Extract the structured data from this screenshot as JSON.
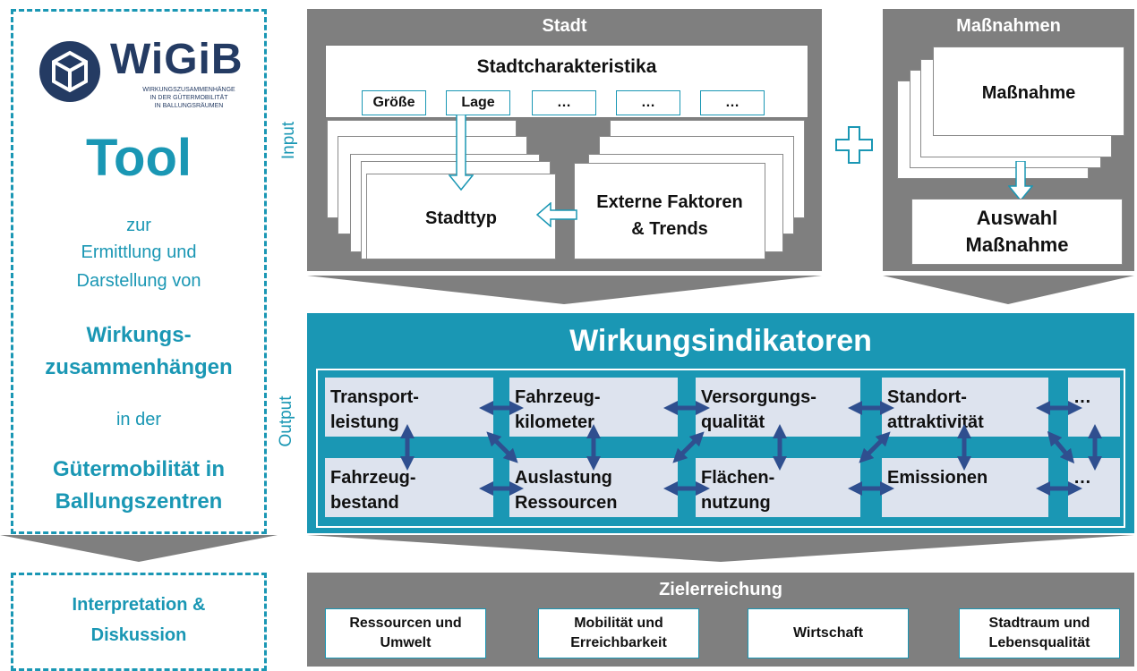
{
  "tool_panel": {
    "logo_name": "WiGiB",
    "logo_sub": [
      "WIRKUNGSZUSAMMENHÄNGE",
      "IN DER GÜTERMOBILITÄT",
      "IN BALLUNGSRÄUMEN"
    ],
    "title": "Tool",
    "line1": "zur",
    "line2": "Ermittlung und",
    "line3": "Darstellung von",
    "bold1": "Wirkungs-",
    "bold2": "zusammenhängen",
    "line4": "in der",
    "bold3": "Gütermobilität in",
    "bold4": "Ballungszentren"
  },
  "interp_panel": {
    "line1": "Interpretation &",
    "line2": "Diskussion"
  },
  "side_labels": {
    "input": "Input",
    "output": "Output"
  },
  "stadt": {
    "title": "Stadt",
    "charakteristika": "Stadtcharakteristika",
    "tags": [
      "Größe",
      "Lage",
      "…",
      "…",
      "…"
    ],
    "stadttyp": "Stadttyp",
    "extern1": "Externe Faktoren",
    "extern2": "& Trends"
  },
  "massnahmen": {
    "title": "Maßnahmen",
    "card": "Maßnahme",
    "auswahl1": "Auswahl",
    "auswahl2": "Maßnahme"
  },
  "wirkung": {
    "title": "Wirkungsindikatoren",
    "row1": [
      {
        "l1": "Transport-",
        "l2": "leistung"
      },
      {
        "l1": "Fahrzeug-",
        "l2": "kilometer"
      },
      {
        "l1": "Versorgungs-",
        "l2": "qualität"
      },
      {
        "l1": "Standort-",
        "l2": "attraktivität"
      },
      {
        "l1": "…",
        "l2": ""
      }
    ],
    "row2": [
      {
        "l1": "Fahrzeug-",
        "l2": "bestand"
      },
      {
        "l1": "Auslastung",
        "l2": "Ressourcen"
      },
      {
        "l1": "Flächen-",
        "l2": "nutzung"
      },
      {
        "l1": "Emissionen",
        "l2": ""
      },
      {
        "l1": "…",
        "l2": ""
      }
    ]
  },
  "ziel": {
    "title": "Zielerreichung",
    "items": [
      {
        "l1": "Ressourcen und",
        "l2": "Umwelt"
      },
      {
        "l1": "Mobilität und",
        "l2": "Erreichbarkeit"
      },
      {
        "l1": "Wirtschaft",
        "l2": ""
      },
      {
        "l1": "Stadtraum und",
        "l2": "Lebensqualität"
      }
    ]
  },
  "colors": {
    "teal": "#1a97b4",
    "gray": "#7f7f7f",
    "indicator_bg": "#dde3ee",
    "arrow": "#2f4f8f"
  }
}
